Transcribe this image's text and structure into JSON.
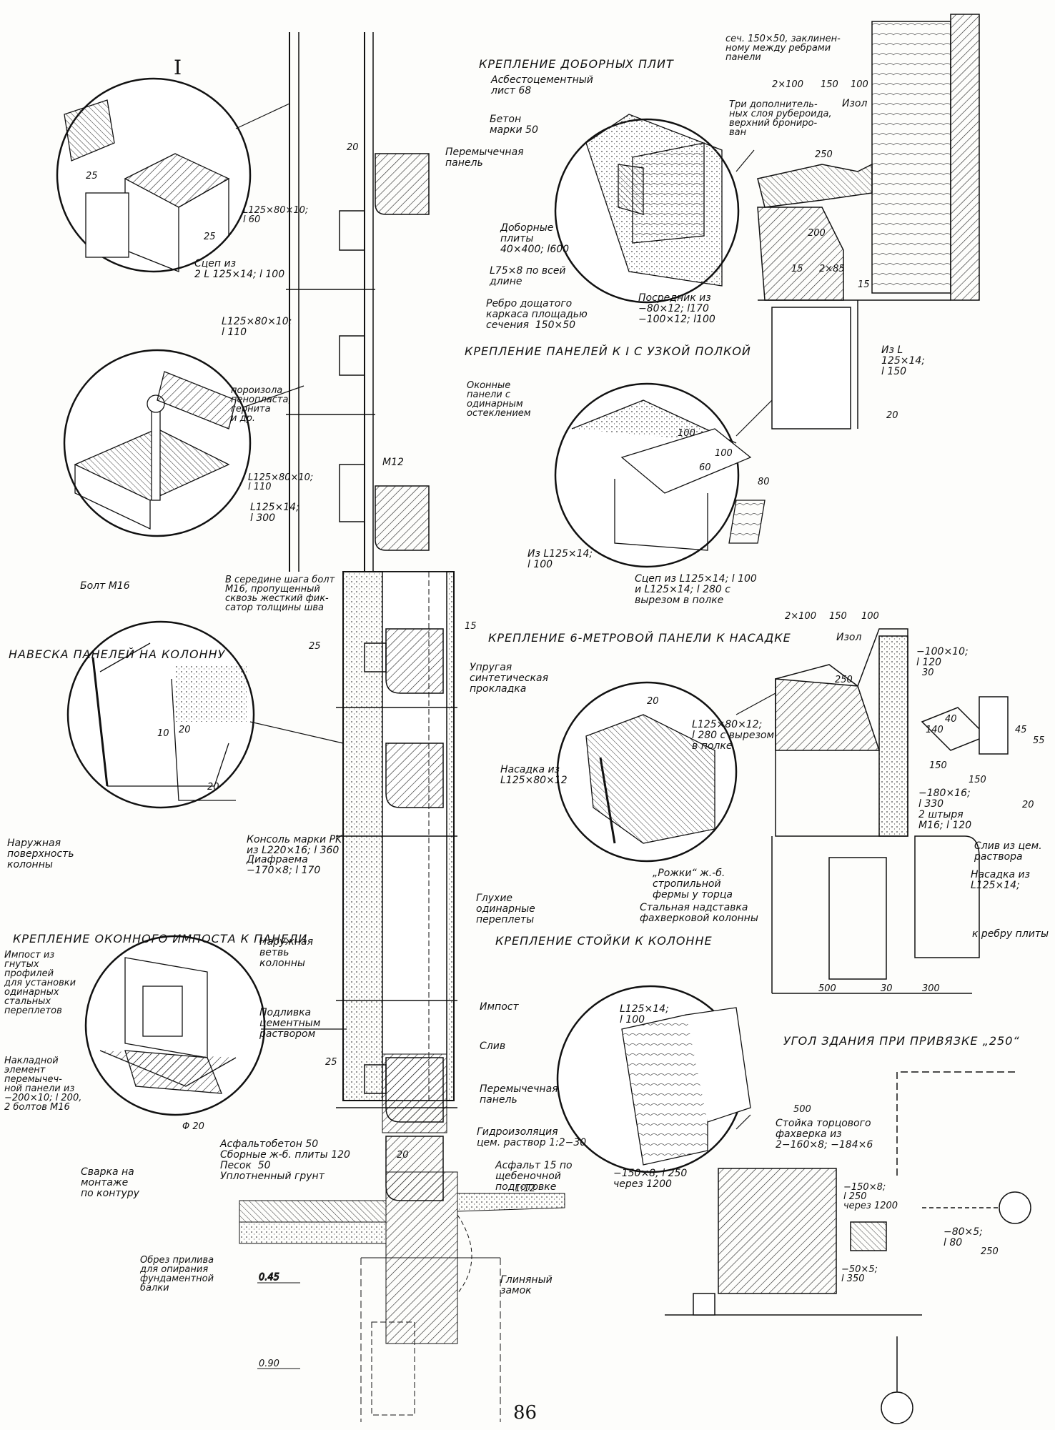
{
  "page_number": "86",
  "roman_label": "I",
  "headings": {
    "dobornye": "КРЕПЛЕНИЕ ДОБОРНЫХ ПЛИТ",
    "uzkaya": "КРЕПЛЕНИЕ ПАНЕЛЕЙ К I С УЗКОЙ ПОЛКОЙ",
    "naveska": "НАВЕСКА ПАНЕЛЕЙ НА КОЛОННУ",
    "nasadka": "КРЕПЛЕНИЕ 6-МЕТРОВОЙ ПАНЕЛИ К НАСАДКЕ",
    "impost": "КРЕПЛЕНИЕ ОКОННОГО ИМПОСТА К ПАНЕЛИ",
    "stoyka": "КРЕПЛЕНИЕ СТОЙКИ К КОЛОННЕ",
    "ugol": "УГОЛ ЗДАНИЯ ПРИ ПРИВЯЗКЕ „250“"
  },
  "labels": {
    "a1": "Асбестоцементный\nлист 68",
    "a2": "Бетон\nмарки 50",
    "a3": "Доборные\nплиты\n40×400; l600",
    "a4": "L75×8 по всей\nдлине",
    "a5": "Ребро дощатого\nкаркаса площадью\nсечения  150×50",
    "a6": "Посредник из\n−80×12; l170\n−100×12; l100",
    "b1": "сеч. 150×50, заклинен-\nному между ребрами\nпанели",
    "b2": "Три дополнитель-\nных слоя рубероида,\nверхний брониро-\nван",
    "b3": "Изол",
    "b4": "Из L\n125×14;\nl 150",
    "c1": "L125×80×10;\nl 60",
    "c2": "Сцеп из\n2 L 125×14; l 100",
    "c3": "Перемычечная\nпанель",
    "c4": "L125×80×10;\nl 110",
    "c5": "пороизола\nпенопласта,\nгернита\nи др.",
    "c6": "L125×80×10;\nl 110",
    "c7": "L125×14;\nl 300",
    "c8": "M12",
    "c9": "Болт M16",
    "c10": "В середине шага болт\nM16, пропущенный\nсквозь жесткий фик-\nсатор толщины шва",
    "c11": "Упругая\nсинтетическая\nпрокладка",
    "d1": "Оконные\nпанели с\nодинарным\nостеклением",
    "d2": "Из L125×14;\nl 100",
    "d3": "Сцеп из L125×14; l 100\nи L125×14; l 280 с\nвырезом в полке",
    "e1": "L125×80×12;\nl 280 с вырезом\nв полке",
    "e2": "Насадка из\nL125×80×12",
    "e3": "„Рожки“ ж.-б.\nстропильной\nфермы у торца",
    "e4": "Стальная надставка\nфахверковой колонны",
    "e5": "Изол",
    "e6": "−100×10;\nl 120",
    "e7": "−180×16;\nl 330\n2 штыря\nM16; l 120",
    "e8": "Слив из цем.\nраствора",
    "e9": "Насадка из\nL125×14;",
    "e10": "к ребру плиты",
    "f1": "Наружная\nповерхность\nколонны",
    "f2": "Консоль марки PK\nиз L220×16; l 360",
    "f3": "Диафраема\n−170×8; l 170",
    "g1": "Глухие\nодинарные\nпереплеты",
    "h1": "Импост из\nгнутых\nпрофилей\nдля установки\nодинарных\nстальных\nпереплетов",
    "h2": "Накладной\nэлемент\nперемычеч-\nной панели из\n−200×10; l 200,\n2 болтов M16",
    "h3": "Сварка на\nмонтаже\nпо контуру",
    "h4": "Наружная\nветвь\nколонны",
    "h5": "Подливка\nцементным\nраствором",
    "h6": "Импост",
    "h7": "Слив",
    "h8": "Перемычечная\nпанель",
    "h9": "Асфальтобетон 50\nСборные ж-б. плиты 120\nПесок  50\nУплотненный грунт",
    "h10": "Гидроизоляция\nцем. раствор 1:2−30",
    "h11": "Асфальт 15 по\nщебеночной\nподготовке",
    "h12": "Обрез прилива\nдля опирания\nфундаментной\nбалки",
    "h13": "Глиняный\nзамок",
    "i1": "L125×14;\nl 100",
    "j1": "Стойка торцового\nфахверка из\n2−160×8; −184×6",
    "j2": "−150×8;\nl 250\nчерез 1200",
    "j3": "−150×8; l 250\nчерез 1200",
    "j4": "−50×5;\nl 350",
    "j5": "−80×5;\nl 80"
  },
  "dimensions": {
    "d20a": "20",
    "d25a": "25",
    "d25b": "25",
    "d20b": "20",
    "d15": "15",
    "d25c": "25",
    "d20c": "20",
    "d10": "10",
    "b2x100": "2×100",
    "b150": "150",
    "b100": "100",
    "b250": "250",
    "b200": "200",
    "b15a": "15",
    "b2x85": "2×85",
    "b15b": "15",
    "b20": "20",
    "u100a": "100",
    "u100b": "100",
    "u60": "60",
    "u80": "80",
    "n2x100": "2×100",
    "n150": "150",
    "n100": "100",
    "n250": "250",
    "n30a": "30",
    "n500": "500",
    "n30b": "30",
    "n300": "300",
    "n140": "140",
    "n40": "40",
    "n45": "45",
    "n55": "55",
    "n150b": "150",
    "n150c": "150",
    "n20": "20",
    "e20": "20",
    "h25": "25",
    "h20": "20",
    "hphi": "Φ 20",
    "h112": "1:12",
    "lv045": "0.45",
    "lv090": "0.90",
    "j500": "500",
    "j250": "250"
  }
}
